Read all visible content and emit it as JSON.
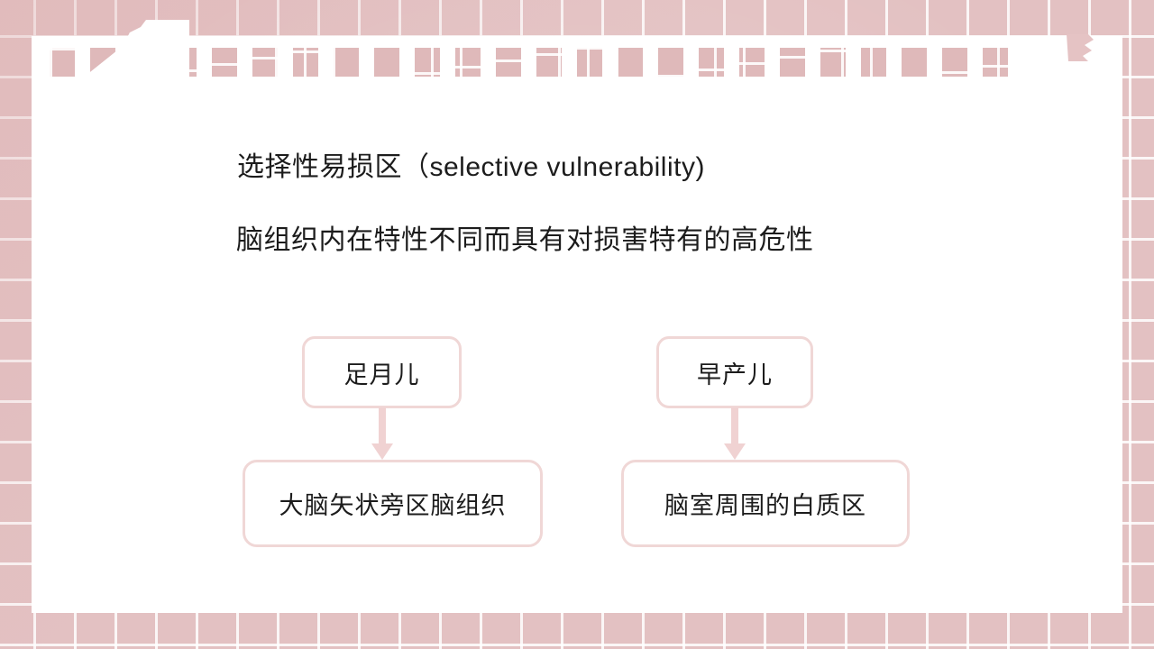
{
  "slide": {
    "background_color": "#e3c1c2",
    "card_color": "#ffffff",
    "accent_color": "#f0d7d6",
    "text_color": "#1c1c1c"
  },
  "headings": {
    "line1_cn": "选择性易损区",
    "line1_en": "（selective vulnerability)",
    "line2": "脑组织内在特性不同而具有对损害特有的高危性"
  },
  "diagram": {
    "type": "flowchart",
    "nodes": [
      {
        "id": "top-left",
        "label": "足月儿"
      },
      {
        "id": "top-right",
        "label": "早产儿"
      },
      {
        "id": "bottom-left",
        "label": "大脑矢状旁区脑组织"
      },
      {
        "id": "bottom-right",
        "label": "脑室周围的白质区"
      }
    ],
    "arrows": [
      {
        "from": "top-left",
        "to": "bottom-left",
        "direction": "down"
      },
      {
        "from": "top-right",
        "to": "bottom-right",
        "direction": "down"
      }
    ]
  },
  "decor": {
    "dot_count": 24,
    "dot_color": "#dfb9ba"
  }
}
